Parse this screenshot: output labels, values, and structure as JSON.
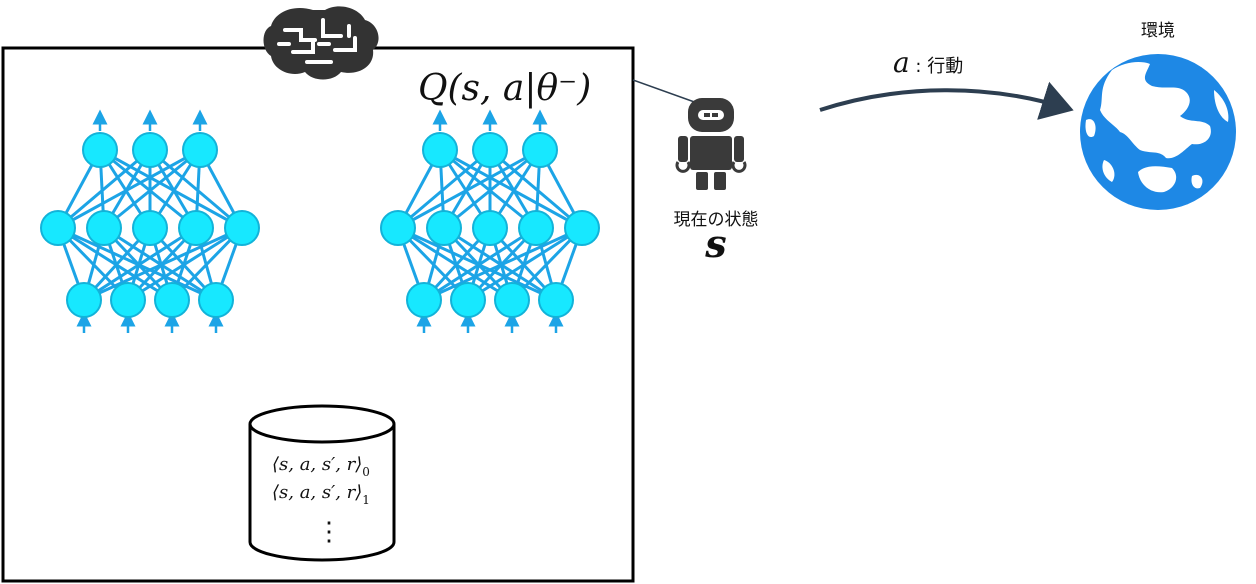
{
  "agent": {
    "q_function_label": "Q(s, a|θ⁻)",
    "state_caption": "現在の状態",
    "state_symbol": "s"
  },
  "environment": {
    "label": "環境"
  },
  "action": {
    "symbol": "a",
    "separator": " : ",
    "label": "行動"
  },
  "replay_memory": {
    "entries": [
      {
        "tuple": "⟨s, a, s′, r⟩",
        "index": "0"
      },
      {
        "tuple": "⟨s, a, s′, r⟩",
        "index": "1"
      }
    ],
    "ellipsis": "⋮"
  },
  "networks": [
    {
      "name": "main-network",
      "layers": [
        4,
        5,
        3
      ]
    },
    {
      "name": "target-network",
      "layers": [
        4,
        5,
        3
      ]
    }
  ],
  "colors": {
    "neuron_fill": "#17e8ff",
    "neuron_stroke": "#12b3d9",
    "connection": "#1ca4e6",
    "robot": "#3a3a3a",
    "earth_ocean": "#1e88e5",
    "earth_land": "#ffffff",
    "arrow": "#2d3e50",
    "brain": "#333333"
  }
}
